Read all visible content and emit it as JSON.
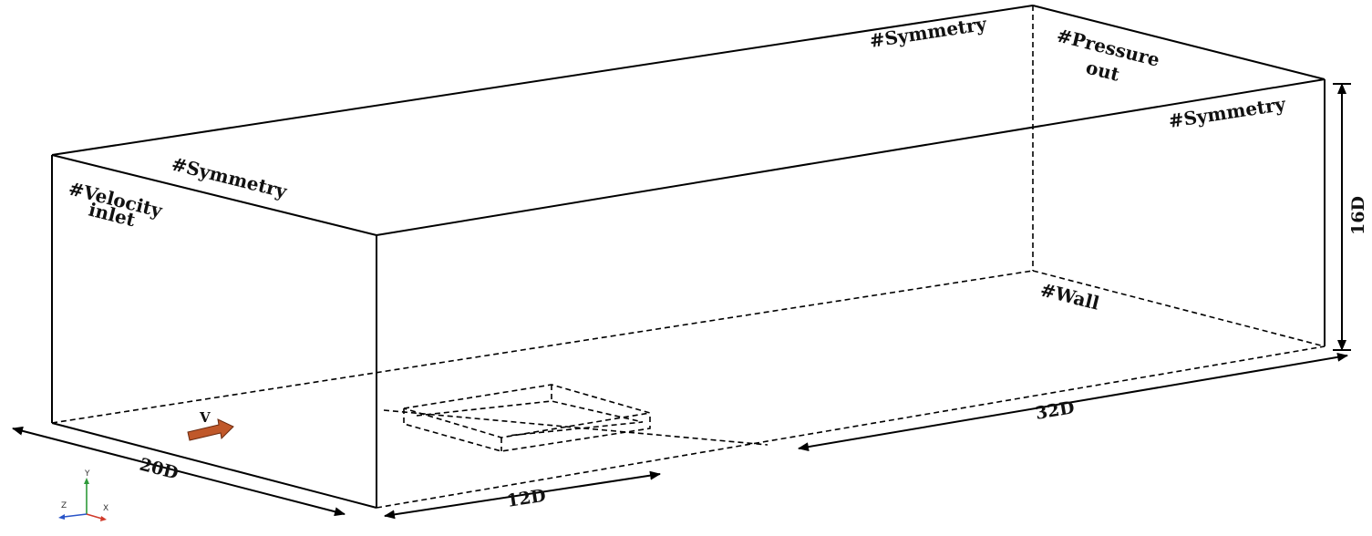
{
  "labels": {
    "velocity_inlet_1": "#Velocity",
    "velocity_inlet_2": "inlet",
    "symmetry_left": "#Symmetry",
    "symmetry_top": "#Symmetry",
    "symmetry_right": "#Symmetry",
    "pressure_out_1": "#Pressure",
    "pressure_out_2": "out",
    "wall": "#Wall",
    "velocity": "V"
  },
  "dimensions": {
    "width": "20D",
    "length": "32D",
    "height": "16D",
    "upstream": "12D"
  },
  "axes": {
    "x": "X",
    "y": "Y",
    "z": "Z"
  },
  "colors": {
    "velocity_arrow": "#c0582a",
    "axis_x": "#d03a2a",
    "axis_y": "#2e9a3a",
    "axis_z": "#2a55c8"
  }
}
